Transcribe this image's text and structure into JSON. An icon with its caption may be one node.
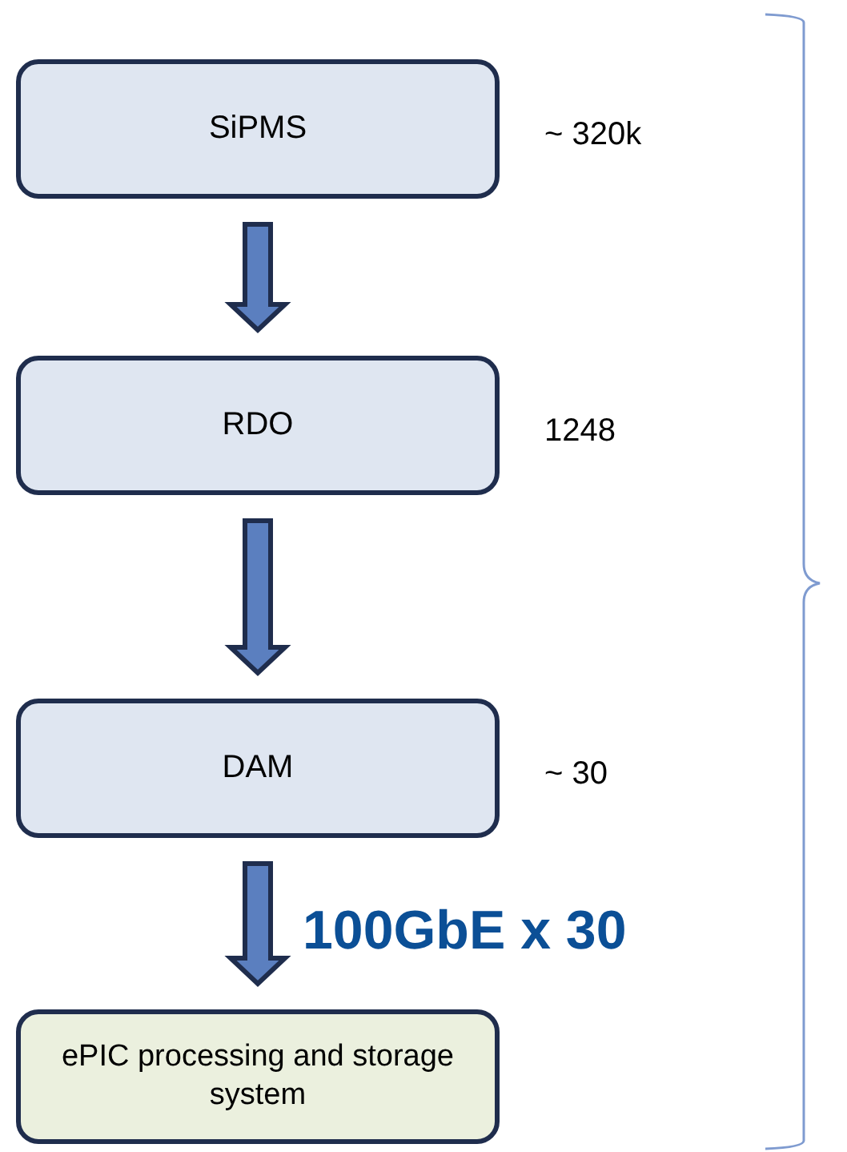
{
  "diagram": {
    "nodes": [
      {
        "text": [
          "SiPMS"
        ],
        "beside": [
          "~ 320k"
        ]
      },
      {
        "text": [
          "RDO"
        ],
        "beside": [
          "1248"
        ]
      },
      {
        "text": [
          "DAM"
        ],
        "beside": [
          "~ 30"
        ]
      },
      {
        "text": [
          "ePIC processing and storage system"
        ]
      }
    ],
    "edges": [
      {
        "from": 0,
        "to": 1,
        "arrow": "to",
        "style": "thick"
      },
      {
        "from": 1,
        "to": 2,
        "arrow": "to",
        "style": "thick"
      },
      {
        "from": 2,
        "to": 3,
        "arrow": "to",
        "style": "thick",
        "label": "100GbE x 30"
      }
    ]
  }
}
